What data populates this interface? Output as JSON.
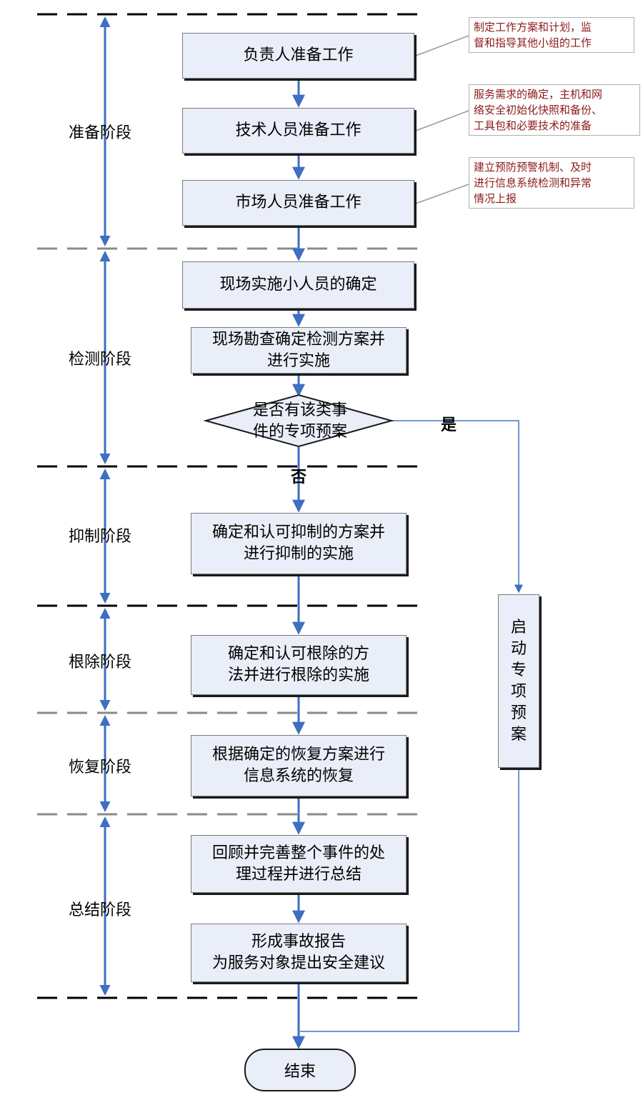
{
  "phases": {
    "prep": "准备阶段",
    "detect": "检测阶段",
    "suppress": "抑制阶段",
    "eradicate": "根除阶段",
    "recover": "恢复阶段",
    "summary": "总结阶段"
  },
  "steps": {
    "s1": "负责人准备工作",
    "s2": "技术人员准备工作",
    "s3": "市场人员准备工作",
    "s4": "现场实施小人员的确定",
    "s5": "现场勘查确定检测方案并\n进行实施",
    "decision": "是否有该类事\n件的专项预案",
    "s6": "确定和认可抑制的方案并\n进行抑制的实施",
    "s7": "确定和认可根除的方\n法并进行根除的实施",
    "s8": "根据确定的恢复方案进行\n信息系统的恢复",
    "s9": "回顾并完善整个事件的处\n理过程并进行总结",
    "s10": "形成事故报告\n为服务对象提出安全建议",
    "end": "结束"
  },
  "branch": {
    "yes": "是",
    "no": "否",
    "plan": [
      "启",
      "动",
      "专",
      "项",
      "预",
      "案"
    ]
  },
  "notes": {
    "n1": "制定工作方案和计划，监\n督和指导其他小组的工作",
    "n2": "服务需求的确定，主机和网\n络安全初始化快照和备份、\n工具包和必要技术的准备",
    "n3": "建立预防预警机制、及时\n进行信息系统检测和异常\n情况上报"
  },
  "colors": {
    "arrow": "#3e6fc0",
    "dash": "#000000",
    "dash_light": "#8a8a8a",
    "box_fill": "#e9eef8",
    "note_text": "#8b1a1a"
  }
}
